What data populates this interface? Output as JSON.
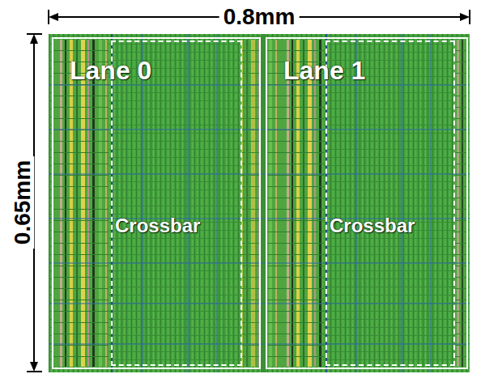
{
  "diagram": {
    "nodes": [
      {
        "text": [
          "Lane 0"
        ]
      },
      {
        "text": [
          "Crossbar"
        ],
        "in": 0
      },
      {
        "text": [
          "Lane 1"
        ]
      },
      {
        "text": [
          "Crossbar"
        ],
        "in": 2
      }
    ],
    "labels": [
      "0.8mm",
      "0.65mm"
    ]
  }
}
